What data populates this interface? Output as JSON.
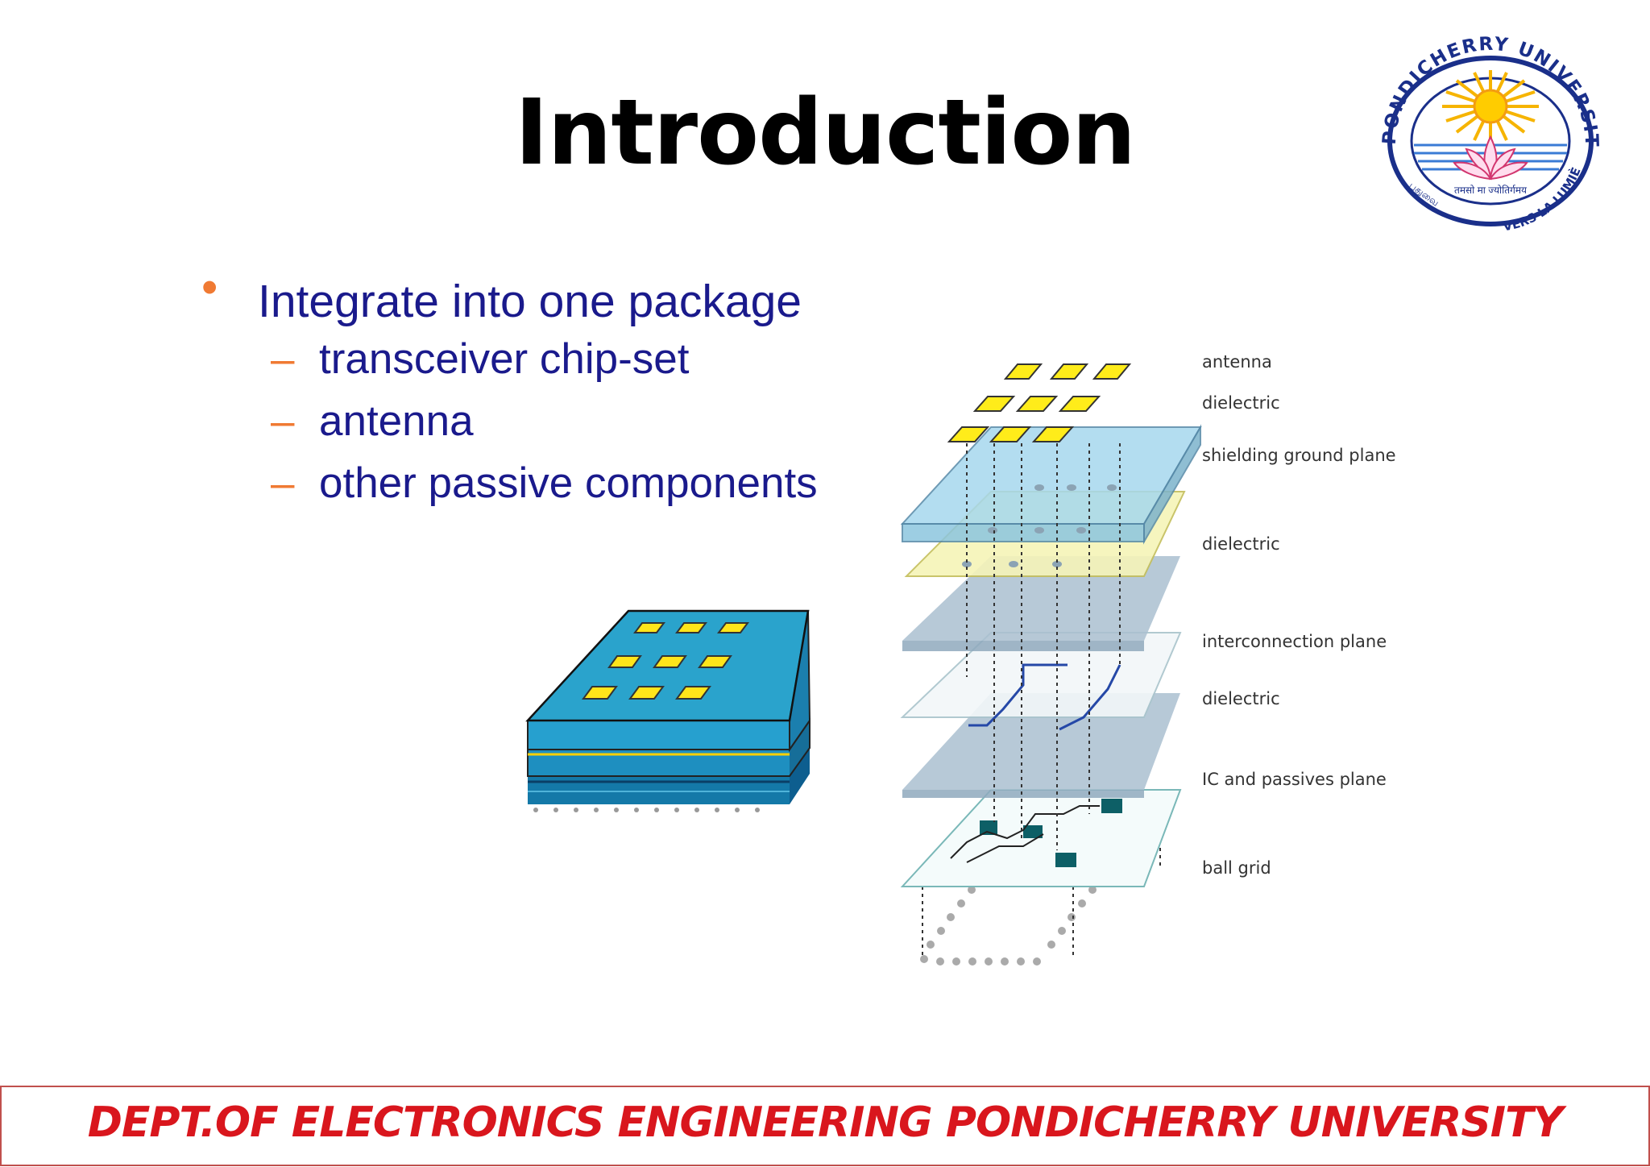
{
  "slide": {
    "title": "Introduction",
    "bullet": "Integrate into one package",
    "sub_bullets": [
      "transceiver chip-set",
      "antenna",
      "other passive components"
    ],
    "footer": "DEPT.OF ELECTRONICS ENGINEERING PONDICHERRY UNIVERSITY"
  },
  "logo": {
    "name": "PONDICHERRY UNIVERSITY",
    "motto_french": "VERS LA LUMIÈRE",
    "motto_sanskrit": "तमसो मा ज्योतिर्गमय",
    "left_script": "புதுவை"
  },
  "diagram": {
    "layer_labels": [
      "antenna",
      "dielectric",
      "shielding ground plane",
      "dielectric",
      "interconnection plane",
      "dielectric",
      "IC and passives plane",
      "ball grid"
    ]
  },
  "colors": {
    "bullet_text": "#1a1a8c",
    "bullet_marker": "#f07a33",
    "footer_text": "#d9161d",
    "footer_border": "#c0504d"
  }
}
